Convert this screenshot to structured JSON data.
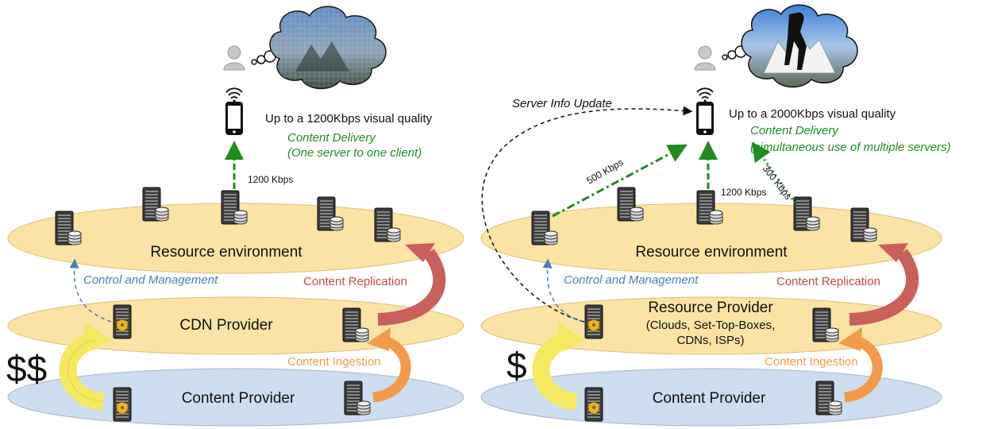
{
  "colors": {
    "resource_layer": "#fbe3a5",
    "cdn_layer": "#fbe3a5",
    "content_layer": "#cddcee",
    "delivery_green": "#1e8c1e",
    "control_blue": "#4a7fb5",
    "replication_red": "#c9605d",
    "ingestion_orange": "#f39a4a",
    "payment_yellow": "#f4e860"
  },
  "icons": [
    "server-icon",
    "secure-server-icon",
    "user-icon",
    "smartphone-icon",
    "thought-cloud-icon",
    "dollar-icon"
  ],
  "left": {
    "quality": "Up to a 1200Kbps visual quality",
    "delivery_title": "Content Delivery",
    "delivery_sub": "(One server to one client)",
    "rate": "1200 Kbps",
    "resource_layer": "Resource environment",
    "control": "Control and Management",
    "replication": "Content Replication",
    "provider_layer": "CDN Provider",
    "ingestion": "Content Ingestion",
    "content_layer": "Content Provider",
    "payment": "$$"
  },
  "right": {
    "info_update": "Server Info Update",
    "quality": "Up to a 2000Kbps visual quality",
    "delivery_title": "Content Delivery",
    "delivery_sub": "(simultaneous use of multiple servers)",
    "rate_a": "500 Kbps",
    "rate_b": "1200 Kbps",
    "rate_c": "300 Kbps",
    "resource_layer": "Resource environment",
    "control": "Control and Management",
    "replication": "Content Replication",
    "provider_layer": "Resource Provider",
    "provider_sub1": "(Clouds, Set-Top-Boxes,",
    "provider_sub2": "CDNs, ISPs)",
    "ingestion": "Content Ingestion",
    "content_layer": "Content Provider",
    "payment": "$"
  }
}
